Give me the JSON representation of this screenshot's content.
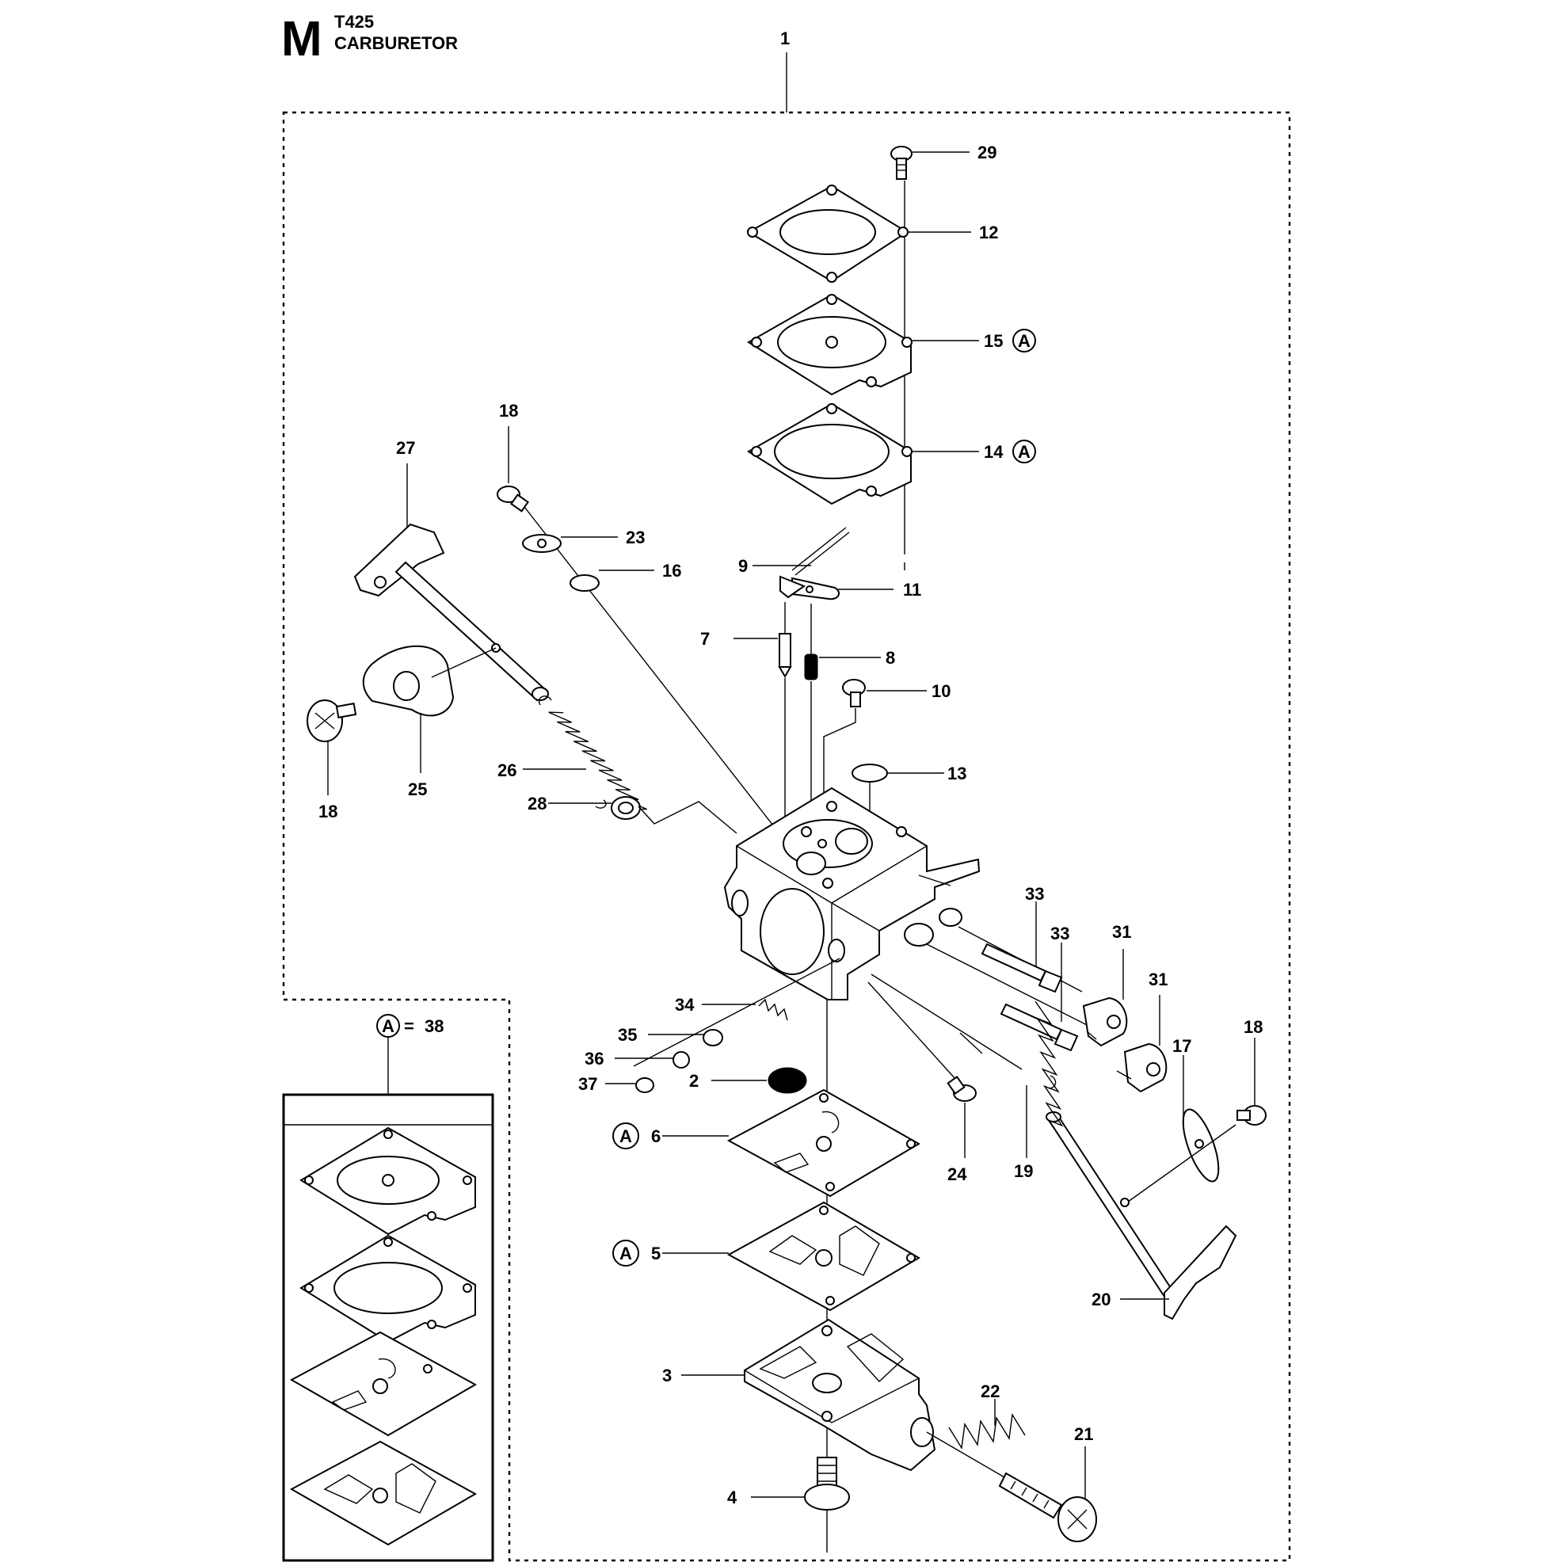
{
  "header": {
    "section_letter": "M",
    "model": "T425",
    "title": "CARBURETOR"
  },
  "assembly_number": "1",
  "kit_legend": {
    "symbol": "A",
    "equals": "=",
    "kit_number": "38"
  },
  "callouts": {
    "c29": "29",
    "c12": "12",
    "c15": "15",
    "c14": "14",
    "c18a": "18",
    "c27": "27",
    "c23": "23",
    "c16": "16",
    "c9": "9",
    "c11": "11",
    "c7": "7",
    "c8": "8",
    "c10": "10",
    "c13": "13",
    "c18b": "18",
    "c25": "25",
    "c26": "26",
    "c28": "28",
    "c33a": "33",
    "c33b": "33",
    "c31a": "31",
    "c31b": "31",
    "c34": "34",
    "c35": "35",
    "c36": "36",
    "c37": "37",
    "c2": "2",
    "c17": "17",
    "c18c": "18",
    "c6": "6",
    "c24": "24",
    "c19": "19",
    "c5": "5",
    "c20": "20",
    "c3": "3",
    "c22": "22",
    "c21": "21",
    "c4": "4"
  },
  "kit_marker": "A"
}
